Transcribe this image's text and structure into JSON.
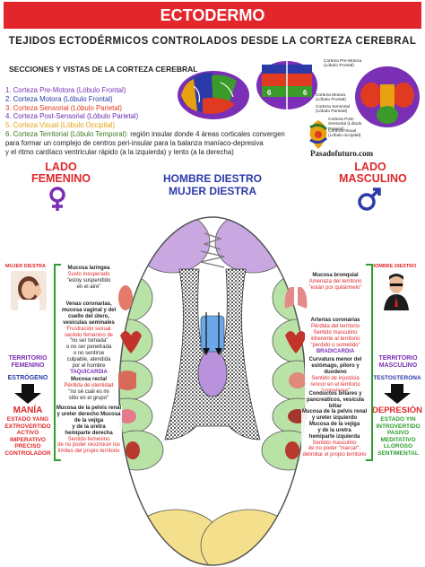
{
  "header": {
    "banner": "ECTODERMO",
    "subtitle": "TEJIDOS ECTODÉRMICOS CONTROLADOS DESDE LA CORTEZA CEREBRAL",
    "sections_title": "SECCIONES Y VISTAS DE LA CORTEZA CEREBRAL"
  },
  "legend": {
    "items": [
      "1. Corteza Pre-Motora (Lóbulo Frontal)",
      "2. Corteza Motora (Lóbulo Frontal)",
      "3. Corteza Sensorial (Lóbulo Parietal)",
      "4. Corteza Post-Sensorial (Lóbulo Parietal)",
      "5. Corteza Visual (Lóbulo Occipital)",
      "6. Corteza Territorial (Lóbulo Temporal):"
    ],
    "item6_tail": " región insular donde 4 áreas corticales convergen",
    "line7": "para formar un complejo de centros peri-insular para la balanza maníaco-depresiva",
    "line8": "y el ritmo cardíaco ventricular rápido (a la izquierda) y lento (a la derecha)",
    "colors": [
      "#7a2fb5",
      "#2b3aa8",
      "#e03a20",
      "#6a2fae",
      "#e8a010",
      "#3a7a1a"
    ]
  },
  "brain_labels": {
    "frontal": "Corteza Pre-Motora (Lóbulo Frontal)",
    "motora": "Corteza Motora (Lóbulo Frontal)",
    "sensorial": "Corteza Sensorial (Lóbulo Parietal)",
    "post_sensorial": "Corteza Post-Sensorial (Lóbulo Parietal)",
    "visual": "Corteza Visual (Lóbulo occipital)"
  },
  "brand": "Pasadofuturo.com",
  "left_title": [
    "LADO",
    "FEMENINO"
  ],
  "right_title": [
    "LADO",
    "MASCULINO"
  ],
  "center_title": [
    "HOMBRE DIESTRO",
    "MUJER DIESTRA"
  ],
  "left_side": {
    "avatar_label": "MUJER DIESTRA",
    "territory": [
      "TERRITORIO",
      "FEMENINO"
    ],
    "hormone": "ESTRÓGENO",
    "state": "MANÍA",
    "traits": [
      "ESTADO YANG",
      "EXTROVERTIDO",
      "ACTIVO",
      "IMPERATIVO",
      "PRECISO",
      "CONTROLADOR"
    ]
  },
  "right_side": {
    "avatar_label": "HOMBRE DIESTRO",
    "territory": [
      "TERRITORIO",
      "MASCULINO"
    ],
    "hormone": "TESTOSTERONA",
    "state": "DEPRESIÓN",
    "traits": [
      "ESTADO YIN",
      "INTROVERTIDO",
      "PASIVO",
      "MEDITATIVO",
      "LLOROSO",
      "SENTIMENTAL"
    ]
  },
  "left_panels": [
    {
      "title": "Mucosa laríngea",
      "body": [
        "Susto inesperado",
        "\"estoy suspendido",
        "en el aire\""
      ]
    },
    {
      "title": "Venas coronarias, mucosa vaginal y del cuello del útero, vesículas seminales",
      "body": [
        "Frustración sexual",
        "sentido femenino de",
        "\"no ser tomada\"",
        "o no ser penetrada",
        "o no sentirse",
        "culpable, atendida",
        "por el hombre"
      ],
      "tail": "TAQUICARDIA"
    },
    {
      "title": "Mucosa rectal",
      "body": [
        "Pérdida de identidad",
        "\"no sé cuál es mi",
        "sitio en el grupo\""
      ]
    },
    {
      "title": "Mucosa de la pelvis renal y ureter derecho",
      "body": [
        "Mucosa de la vejiga",
        "y de la uretra",
        "hemiparte derecha",
        "Sentido femenino",
        "de no poder reconocer los",
        "límites del propio territorio"
      ]
    }
  ],
  "right_panels": [
    {
      "title": "Mucosa bronquial",
      "body": [
        "Amenaza del territorio",
        "\"están por quitármelo\""
      ]
    },
    {
      "title": "Arterias coronarias",
      "body": [
        "Pérdida del territorio",
        "Sentido masculino",
        "inherente al territorio",
        "\"perdido o sometido\""
      ],
      "tail": "BRADICARDIA"
    },
    {
      "title": "Curvatura menor del estómago, píloro y duodeno",
      "body": [
        "Sentido de injusticia",
        "rencor en el territorio",
        "\"sometarse\""
      ]
    },
    {
      "title": "Conductos biliares y pancreáticos, vesícula biliar",
      "body": []
    },
    {
      "title": "Mucosa de la pelvis renal y ureter izquierdo",
      "body": [
        "Mucosa de la vejiga",
        "y de la uretra",
        "hemiparte izquierda",
        "Sentido masculino",
        "de no poder \"marcar\",",
        "delimitar el propio territorio"
      ]
    }
  ]
}
